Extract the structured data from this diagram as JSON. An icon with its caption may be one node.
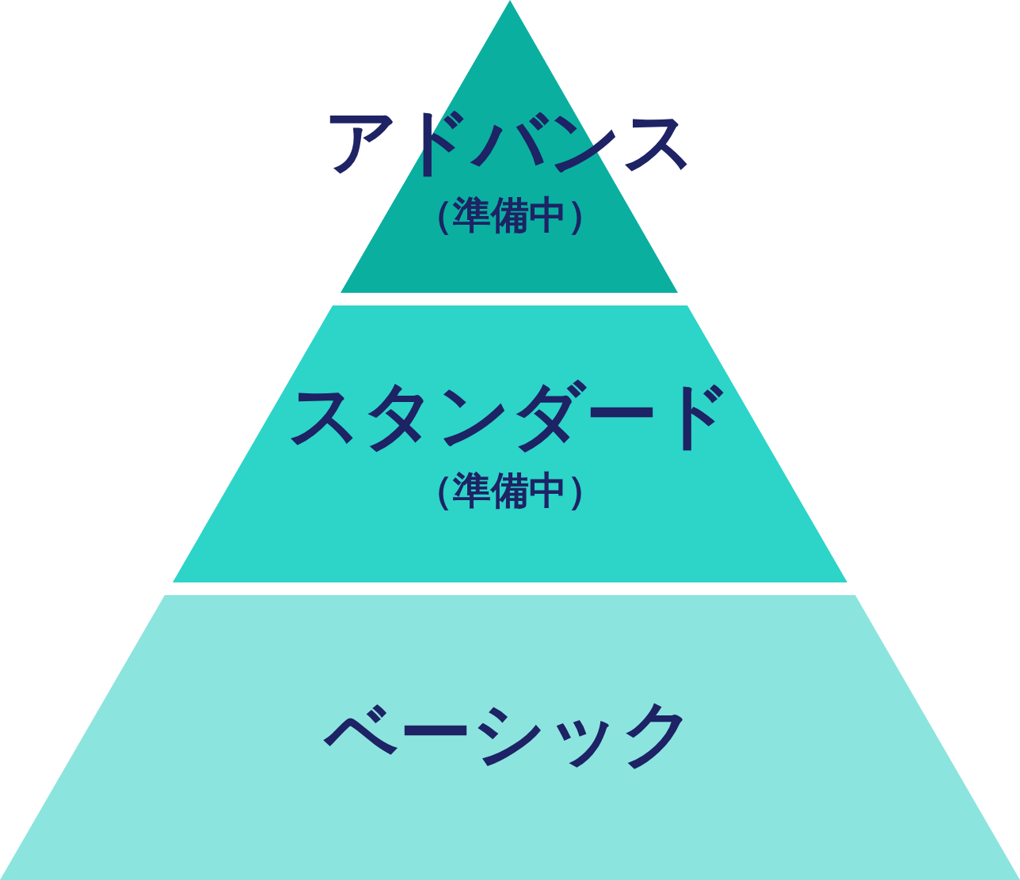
{
  "diagram": {
    "nodes": [
      {
        "text": [
          "アドバンス",
          "（準備中）"
        ]
      },
      {
        "text": [
          "スタンダード",
          "（準備中）"
        ]
      },
      {
        "text": [
          "ベーシック"
        ]
      }
    ]
  }
}
